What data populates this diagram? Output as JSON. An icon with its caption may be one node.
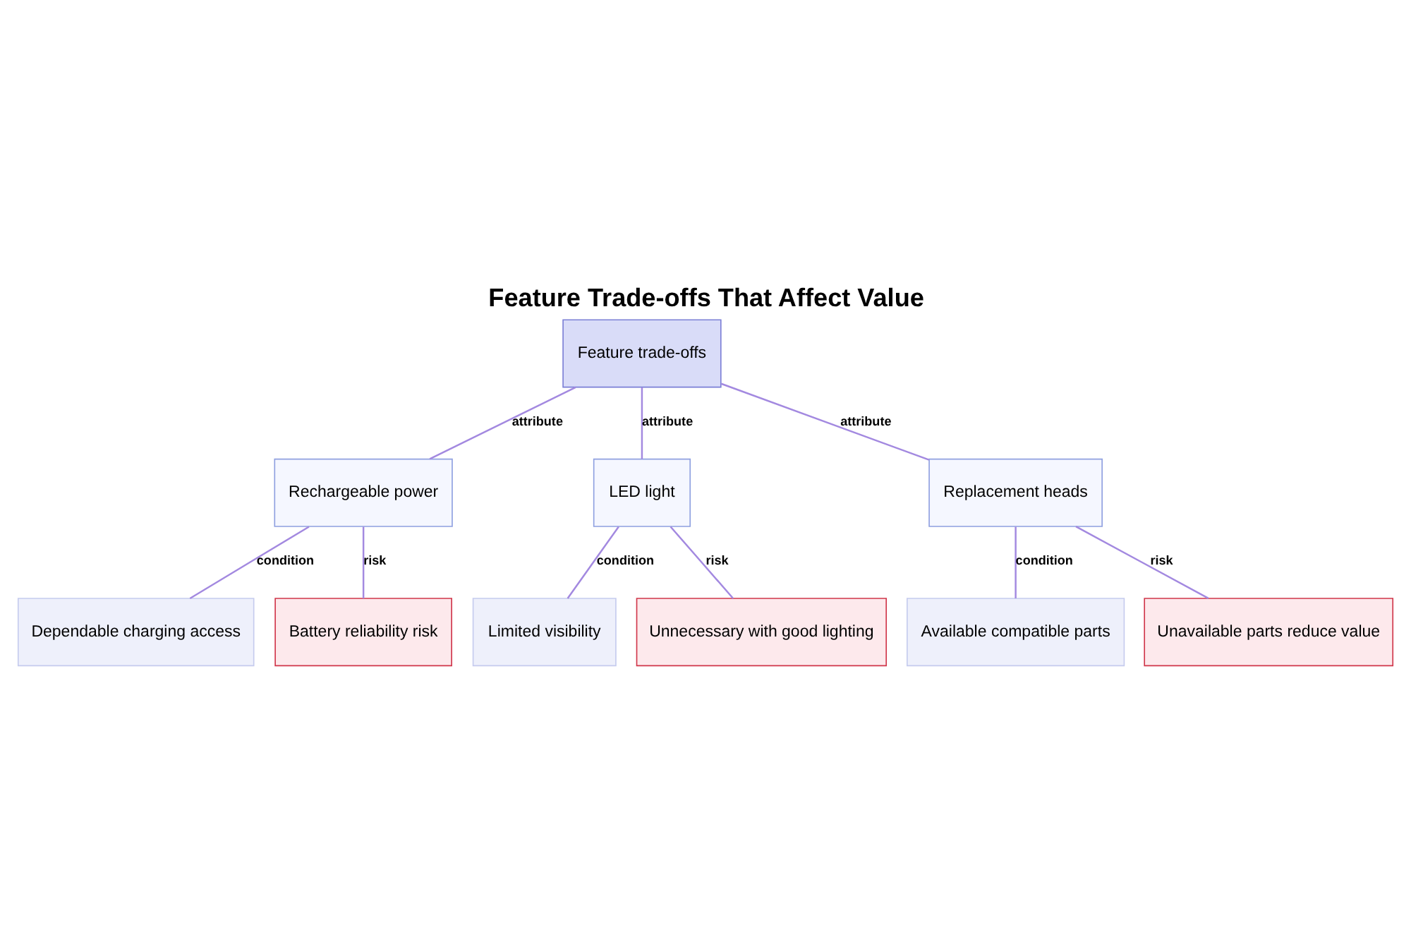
{
  "diagram": {
    "title": "Feature Trade-offs That Affect Value",
    "nodes": [
      {
        "text": [
          "Feature trade-offs"
        ]
      },
      {
        "text": [
          "Rechargeable power"
        ]
      },
      {
        "text": [
          "LED light"
        ]
      },
      {
        "text": [
          "Replacement heads"
        ]
      },
      {
        "text": [
          "Dependable charging access"
        ]
      },
      {
        "text": [
          "Battery reliability risk"
        ]
      },
      {
        "text": [
          "Limited visibility"
        ]
      },
      {
        "text": [
          "Unnecessary with good lighting"
        ]
      },
      {
        "text": [
          "Available compatible parts"
        ]
      },
      {
        "text": [
          "Unavailable parts reduce value"
        ]
      }
    ],
    "edges": [
      {
        "from": 0,
        "to": 1,
        "arrow": "none",
        "label": "attribute"
      },
      {
        "from": 0,
        "to": 2,
        "arrow": "none",
        "label": "attribute"
      },
      {
        "from": 0,
        "to": 3,
        "arrow": "none",
        "label": "attribute"
      },
      {
        "from": 1,
        "to": 4,
        "arrow": "none",
        "label": "condition"
      },
      {
        "from": 1,
        "to": 5,
        "arrow": "none",
        "label": "risk"
      },
      {
        "from": 2,
        "to": 6,
        "arrow": "none",
        "label": "condition"
      },
      {
        "from": 2,
        "to": 7,
        "arrow": "none",
        "label": "risk"
      },
      {
        "from": 3,
        "to": 8,
        "arrow": "none",
        "label": "condition"
      },
      {
        "from": 3,
        "to": 9,
        "arrow": "none",
        "label": "risk"
      }
    ]
  }
}
